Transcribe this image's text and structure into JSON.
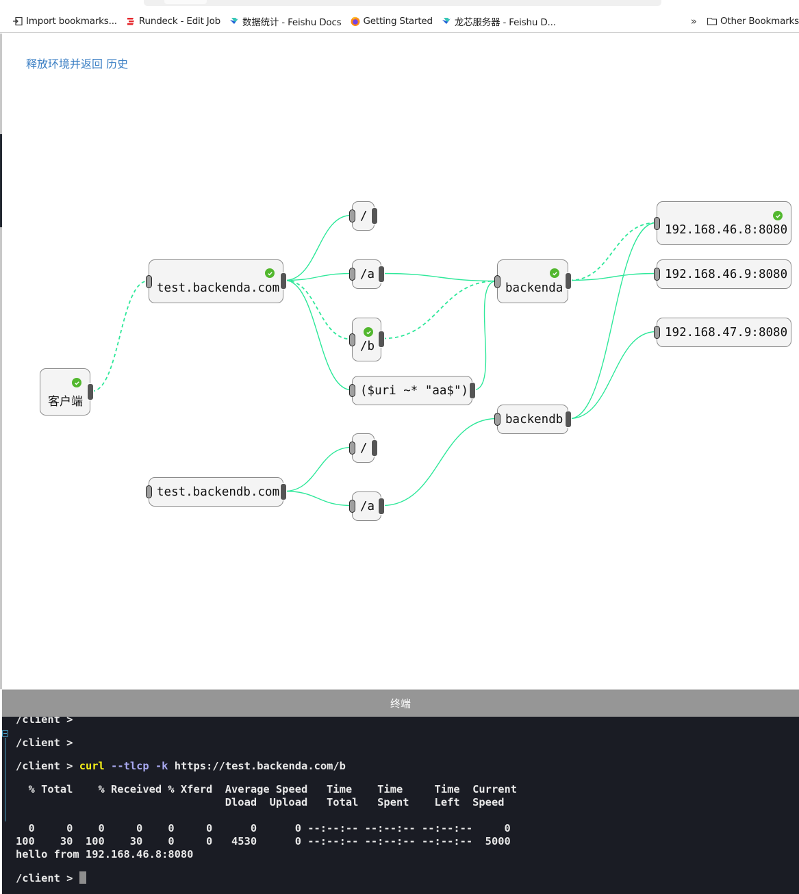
{
  "browser": {
    "bookmarks": [
      {
        "label": "Import bookmarks...",
        "icon": "import-icon"
      },
      {
        "label": "Rundeck - Edit Job",
        "icon": "rundeck-icon",
        "color": "#e5262b"
      },
      {
        "label": "数据统计 - Feishu Docs",
        "icon": "feishu-icon"
      },
      {
        "label": "Getting Started",
        "icon": "firefox-icon"
      },
      {
        "label": "龙芯服务器 - Feishu D...",
        "icon": "feishu-icon"
      }
    ],
    "overflow_label": "»",
    "other_bookmarks_label": "Other Bookmarks"
  },
  "page": {
    "links": {
      "release_env": "释放环境并返回",
      "history": "历史"
    },
    "link_color": "#3b7fc4"
  },
  "graph": {
    "edge_color": "#2ee89a",
    "check_color": "#52b72e",
    "nodes": [
      {
        "id": "client",
        "label": "客户端",
        "checked": true
      },
      {
        "id": "hostA",
        "label": "test.backenda.com",
        "checked": true
      },
      {
        "id": "hostB",
        "label": "test.backendb.com",
        "checked": false
      },
      {
        "id": "locA_root",
        "label": "/",
        "checked": false
      },
      {
        "id": "locA_a",
        "label": "/a",
        "checked": false
      },
      {
        "id": "locA_b",
        "label": "/b",
        "checked": true
      },
      {
        "id": "locA_re",
        "label": "($uri ~* \"aa$\")",
        "checked": false
      },
      {
        "id": "locB_root",
        "label": "/",
        "checked": false
      },
      {
        "id": "locB_a",
        "label": "/a",
        "checked": false
      },
      {
        "id": "upA",
        "label": "backenda",
        "checked": true
      },
      {
        "id": "upB",
        "label": "backendb",
        "checked": false
      },
      {
        "id": "srv1",
        "label": "192.168.46.8:8080",
        "checked": true
      },
      {
        "id": "srv2",
        "label": "192.168.46.9:8080",
        "checked": false
      },
      {
        "id": "srv3",
        "label": "192.168.47.9:8080",
        "checked": false
      }
    ],
    "edges": [
      {
        "from": "client",
        "to": "hostA",
        "active": true
      },
      {
        "from": "hostA",
        "to": "locA_root",
        "active": false
      },
      {
        "from": "hostA",
        "to": "locA_a",
        "active": false
      },
      {
        "from": "hostA",
        "to": "locA_b",
        "active": true
      },
      {
        "from": "hostA",
        "to": "locA_re",
        "active": false
      },
      {
        "from": "locA_a",
        "to": "upA",
        "active": false
      },
      {
        "from": "locA_b",
        "to": "upA",
        "active": true
      },
      {
        "from": "locA_re",
        "to": "upA",
        "active": false
      },
      {
        "from": "hostB",
        "to": "locB_root",
        "active": false
      },
      {
        "from": "hostB",
        "to": "locB_a",
        "active": false
      },
      {
        "from": "locB_a",
        "to": "upB",
        "active": false
      },
      {
        "from": "upA",
        "to": "srv1",
        "active": true
      },
      {
        "from": "upA",
        "to": "srv2",
        "active": false
      },
      {
        "from": "upB",
        "to": "srv1",
        "active": false
      },
      {
        "from": "upB",
        "to": "srv3",
        "active": false
      }
    ]
  },
  "terminal": {
    "title": "终端",
    "prompt": "/client >",
    "command": {
      "cmd": "curl",
      "flags": "--tlcp -k",
      "arg": "https://test.backenda.com/b"
    },
    "lines": [
      "  % Total    % Received % Xferd  Average Speed   Time    Time     Time  Current",
      "                                 Dload  Upload   Total   Spent    Left  Speed",
      "",
      "  0     0    0     0    0     0      0      0 --:--:-- --:--:-- --:--:--     0",
      "100    30  100    30    0     0   4530      0 --:--:-- --:--:-- --:--:--  5000",
      "hello from 192.168.46.8:8080"
    ]
  }
}
